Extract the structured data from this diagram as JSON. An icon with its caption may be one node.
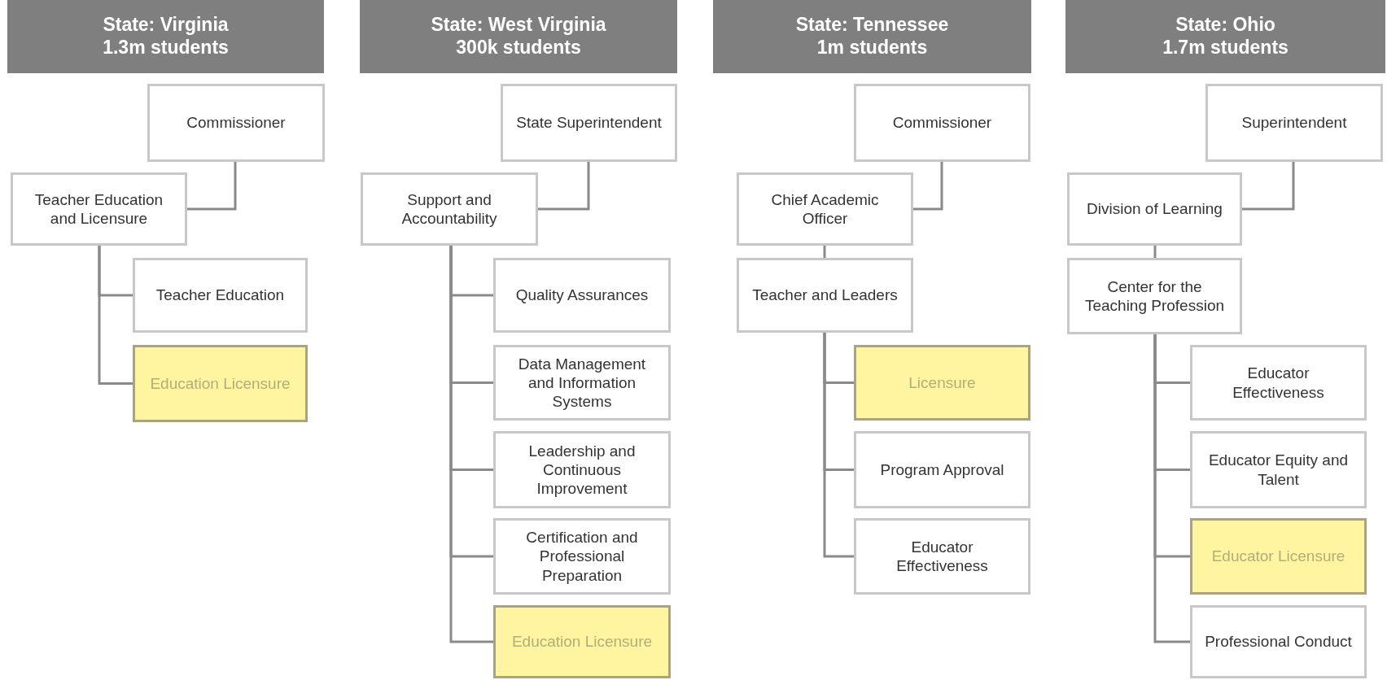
{
  "diagram": {
    "nodes": [
      {
        "text": [
          "State: Virginia",
          "1.3m students"
        ]
      },
      {
        "text": [
          "Commissioner"
        ]
      },
      {
        "text": [
          "Teacher Education and Licensure"
        ]
      },
      {
        "text": [
          "Teacher Education"
        ]
      },
      {
        "text": [
          "Education Licensure"
        ]
      },
      {
        "text": [
          "State: West Virginia",
          "300k students"
        ]
      },
      {
        "text": [
          "State Superintendent"
        ]
      },
      {
        "text": [
          "Support and Accountability"
        ]
      },
      {
        "text": [
          "Quality Assurances"
        ]
      },
      {
        "text": [
          "Data Management and Information Systems"
        ]
      },
      {
        "text": [
          "Leadership and Continuous Improvement"
        ]
      },
      {
        "text": [
          "Certification and Professional Preparation"
        ]
      },
      {
        "text": [
          "Education Licensure"
        ]
      },
      {
        "text": [
          "State: Tennessee",
          "1m students"
        ]
      },
      {
        "text": [
          "Commissioner"
        ]
      },
      {
        "text": [
          "Chief Academic Officer"
        ]
      },
      {
        "text": [
          "Teacher and Leaders"
        ]
      },
      {
        "text": [
          "Licensure"
        ]
      },
      {
        "text": [
          "Program Approval"
        ]
      },
      {
        "text": [
          "Educator Effectiveness"
        ]
      },
      {
        "text": [
          "State: Ohio",
          "1.7m students"
        ]
      },
      {
        "text": [
          "Superintendent"
        ]
      },
      {
        "text": [
          "Division of Learning"
        ]
      },
      {
        "text": [
          "Center for the Teaching Profession"
        ]
      },
      {
        "text": [
          "Educator Effectiveness"
        ]
      },
      {
        "text": [
          "Educator Equity and Talent"
        ]
      },
      {
        "text": [
          "Educator Licensure"
        ]
      },
      {
        "text": [
          "Professional Conduct"
        ]
      }
    ],
    "edges": [
      {
        "from": 1,
        "to": 2,
        "arrow": "none"
      },
      {
        "from": 2,
        "to": 3,
        "arrow": "none"
      },
      {
        "from": 2,
        "to": 4,
        "arrow": "none"
      },
      {
        "from": 6,
        "to": 7,
        "arrow": "none"
      },
      {
        "from": 7,
        "to": 8,
        "arrow": "none"
      },
      {
        "from": 7,
        "to": 9,
        "arrow": "none"
      },
      {
        "from": 7,
        "to": 10,
        "arrow": "none"
      },
      {
        "from": 7,
        "to": 11,
        "arrow": "none"
      },
      {
        "from": 7,
        "to": 12,
        "arrow": "none"
      },
      {
        "from": 14,
        "to": 15,
        "arrow": "none"
      },
      {
        "from": 15,
        "to": 16,
        "arrow": "none"
      },
      {
        "from": 16,
        "to": 17,
        "arrow": "none"
      },
      {
        "from": 16,
        "to": 18,
        "arrow": "none"
      },
      {
        "from": 16,
        "to": 19,
        "arrow": "none"
      },
      {
        "from": 21,
        "to": 22,
        "arrow": "none"
      },
      {
        "from": 22,
        "to": 23,
        "arrow": "none"
      },
      {
        "from": 23,
        "to": 24,
        "arrow": "none"
      },
      {
        "from": 23,
        "to": 25,
        "arrow": "none"
      },
      {
        "from": 23,
        "to": 26,
        "arrow": "none"
      },
      {
        "from": 23,
        "to": 27,
        "arrow": "none"
      }
    ]
  }
}
